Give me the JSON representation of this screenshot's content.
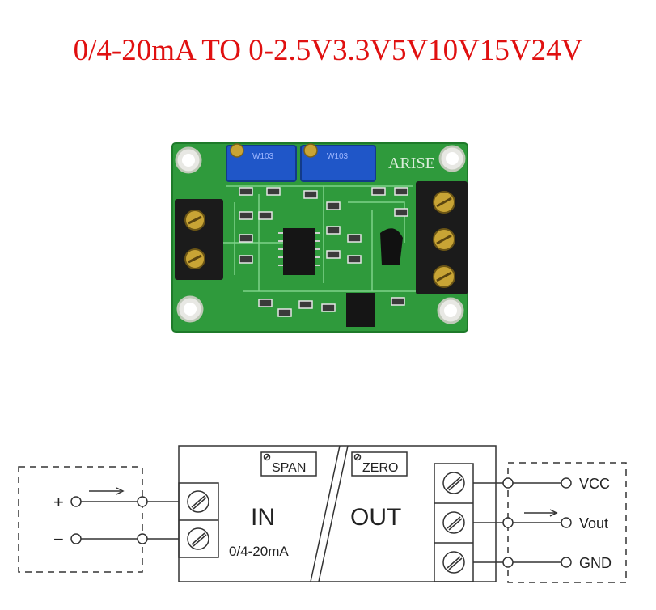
{
  "title": "0/4-20mA TO 0-2.5V3.3V5V10V15V24V",
  "board": {
    "brand_silkscreen": "ARISE",
    "colors": {
      "pcb": "#2f9a3c",
      "terminal": "#1b1b1b",
      "trimmer": "#1f56c8",
      "brass": "#c8a435"
    }
  },
  "diagram": {
    "span_label": "SPAN",
    "zero_label": "ZERO",
    "in_label": "IN",
    "in_range": "0/4-20mA",
    "out_label": "OUT",
    "plus_sign": "+",
    "minus_sign": "−",
    "vcc_label": "VCC",
    "vout_label": "Vout",
    "gnd_label": "GND"
  },
  "colors": {
    "title": "#e01010",
    "line": "#333333"
  }
}
